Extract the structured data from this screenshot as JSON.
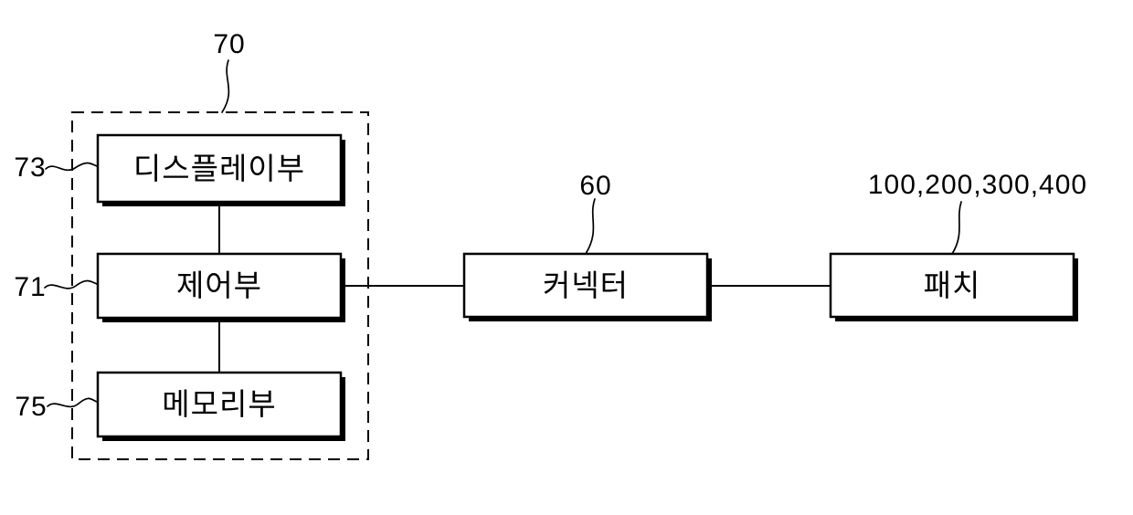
{
  "figure": {
    "bg_color": "#ffffff",
    "line_color": "#000000",
    "group": {
      "ref": "70"
    },
    "nodes": {
      "display": {
        "label": "디스플레이부",
        "ref": "73"
      },
      "control": {
        "label": "제어부",
        "ref": "71"
      },
      "memory": {
        "label": "메모리부",
        "ref": "75"
      },
      "connector": {
        "label": "커넥터",
        "ref": "60"
      },
      "patch": {
        "label": "패치",
        "ref": "100,200,300,400"
      }
    }
  }
}
